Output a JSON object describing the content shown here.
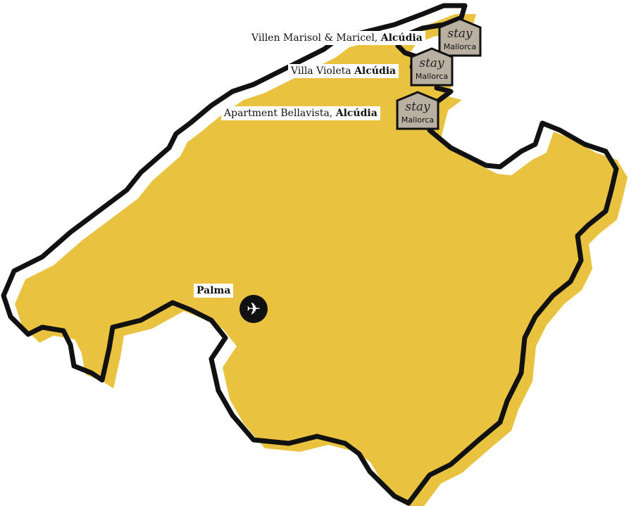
{
  "colors": {
    "land": "#E9C33F",
    "outline": "#111111",
    "pin_fill": "#BAB0A2"
  },
  "places": [
    {
      "name": "Villen Marisol & Maricel, ",
      "town": "Alcúdia"
    },
    {
      "name": "Villa Violeta ",
      "town": "Alcúdia"
    },
    {
      "name": "Apartment Bellavista, ",
      "town": "Alcúdia"
    }
  ],
  "pin": {
    "line1": "stay",
    "line2": "Mallorca"
  },
  "city": {
    "name": "Palma",
    "icon": "airplane-icon"
  }
}
